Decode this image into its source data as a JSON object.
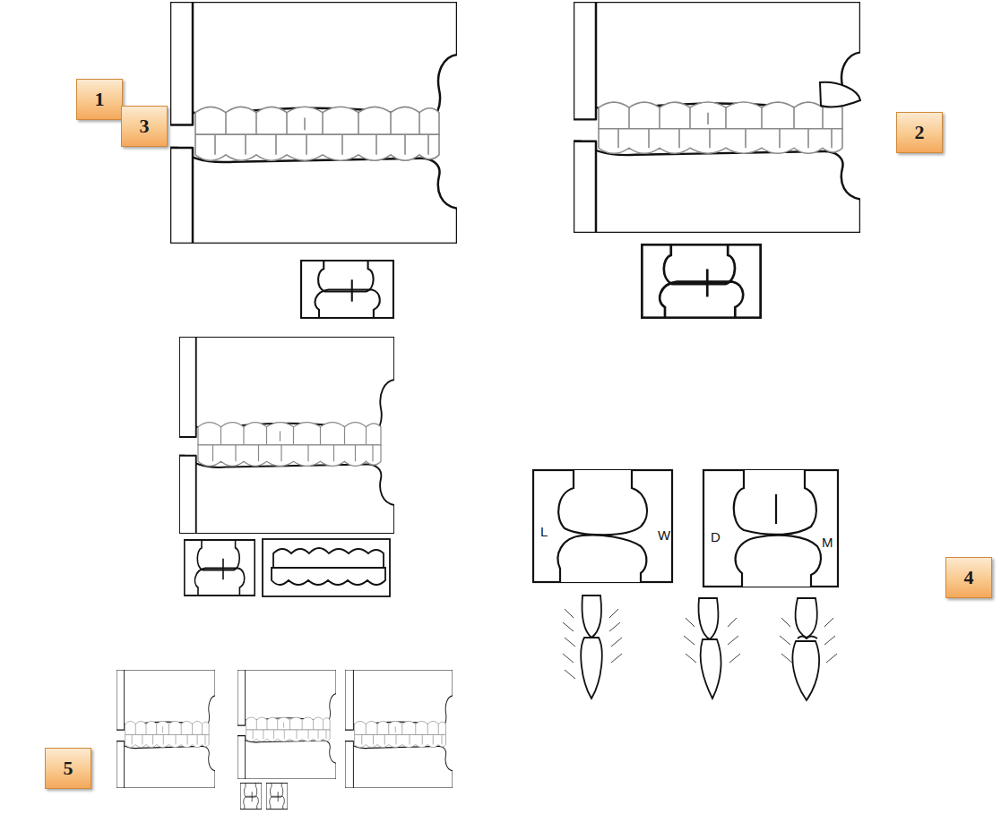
{
  "diagram": {
    "nodes": [
      {
        "text": [
          "1"
        ]
      },
      {
        "text": [
          "2"
        ]
      },
      {
        "text": [
          "3"
        ]
      },
      {
        "text": [
          "4"
        ]
      },
      {
        "text": [
          "5"
        ]
      }
    ],
    "labels": [
      "L",
      "W",
      "D",
      "M"
    ]
  }
}
